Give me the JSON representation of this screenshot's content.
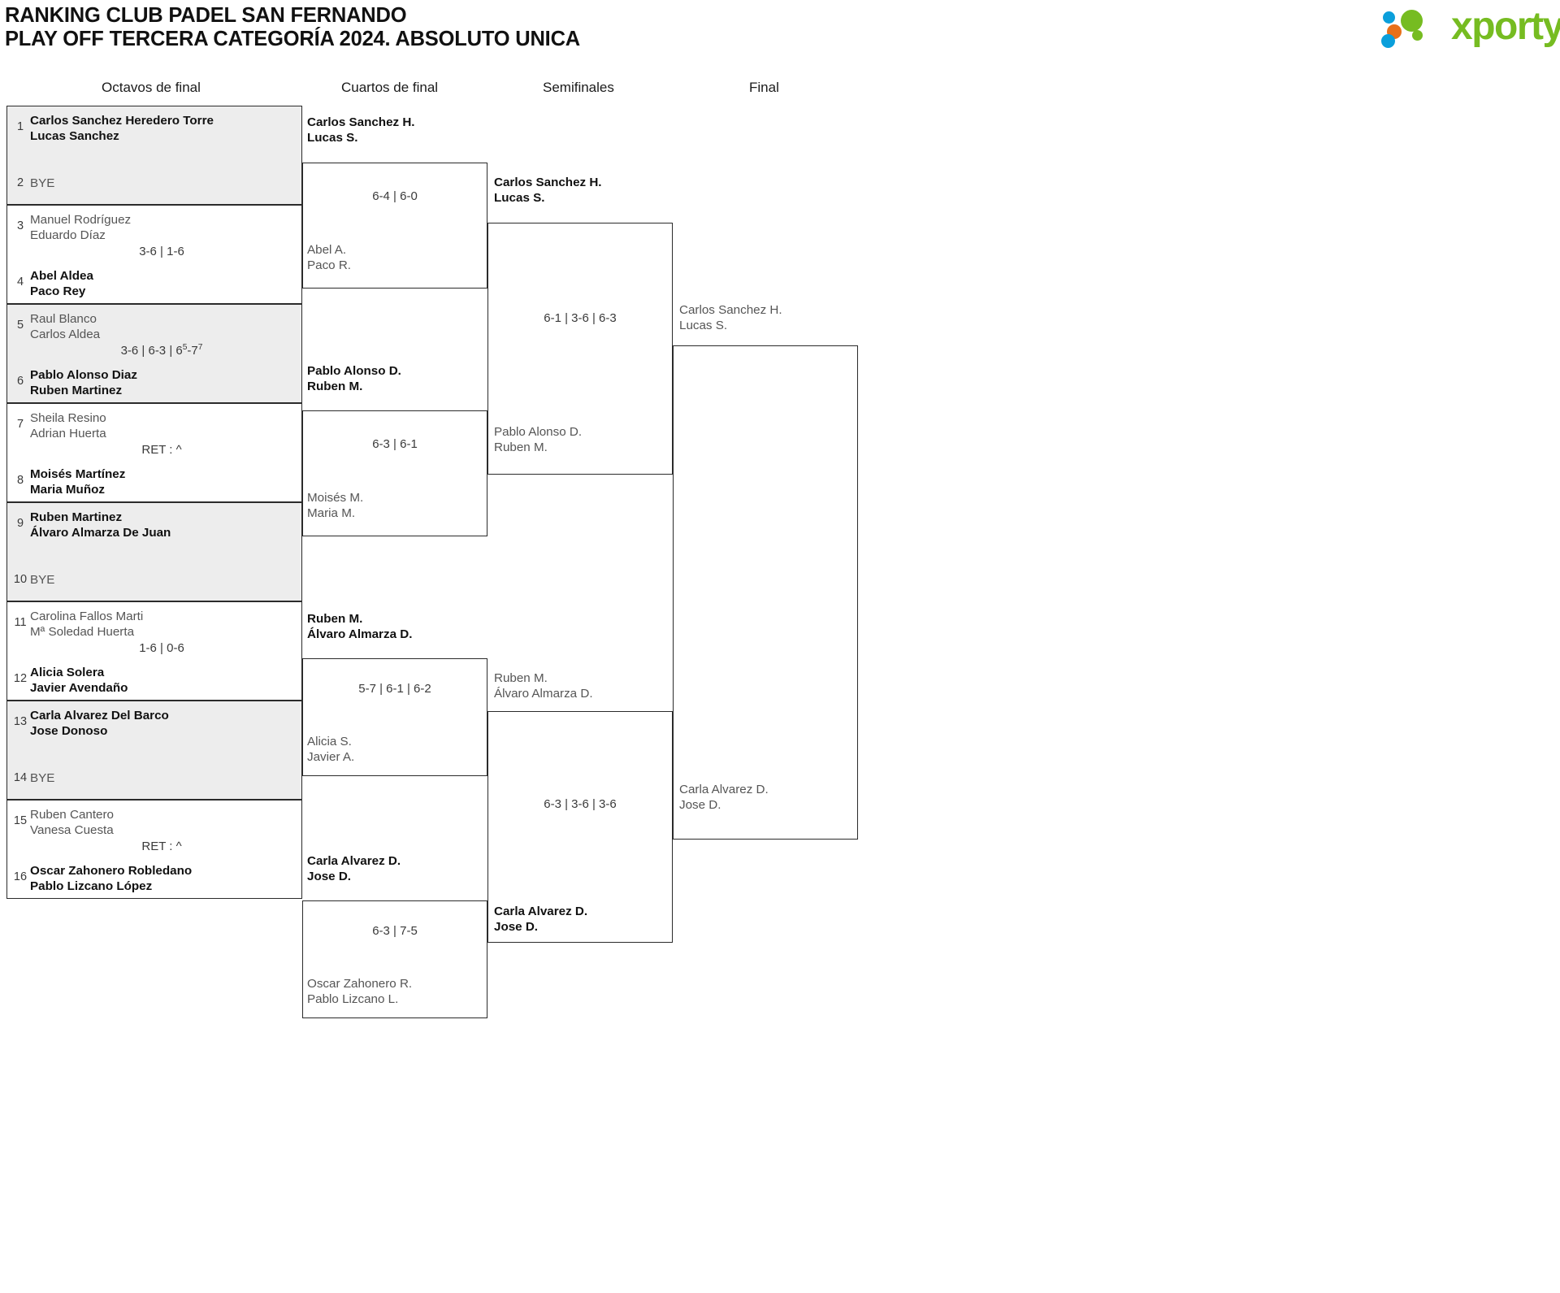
{
  "header": {
    "title_line1": "RANKING CLUB PADEL SAN FERNANDO",
    "title_line2": "PLAY OFF TERCERA CATEGORÍA 2024. ABSOLUTO UNICA",
    "logo_text": "xporty",
    "logo_colors": {
      "green": "#76bc21",
      "blue": "#0b9fdb",
      "orange": "#e8701a"
    }
  },
  "rounds": [
    {
      "label": "Octavos de final"
    },
    {
      "label": "Cuartos de final"
    },
    {
      "label": "Semifinales"
    },
    {
      "label": "Final"
    }
  ],
  "round1": [
    {
      "shade": true,
      "top": {
        "seed": "1",
        "lines": [
          "Carlos Sanchez Heredero Torre",
          "Lucas Sanchez"
        ],
        "winner": true
      },
      "bottom": {
        "seed": "2",
        "lines": [
          "BYE"
        ],
        "winner": false,
        "bye": true
      },
      "score": ""
    },
    {
      "shade": false,
      "top": {
        "seed": "3",
        "lines": [
          "Manuel Rodríguez",
          "Eduardo Díaz"
        ],
        "winner": false
      },
      "bottom": {
        "seed": "4",
        "lines": [
          "Abel Aldea",
          "Paco Rey"
        ],
        "winner": true
      },
      "score": "3-6 | 1-6"
    },
    {
      "shade": true,
      "top": {
        "seed": "5",
        "lines": [
          "Raul Blanco",
          "Carlos Aldea"
        ],
        "winner": false
      },
      "bottom": {
        "seed": "6",
        "lines": [
          "Pablo Alonso Diaz",
          "Ruben Martinez"
        ],
        "winner": true
      },
      "score": "3-6 | 6-3 | 6<sup>5</sup>-7<sup>7</sup>"
    },
    {
      "shade": false,
      "top": {
        "seed": "7",
        "lines": [
          "Sheila Resino",
          "Adrian Huerta"
        ],
        "winner": false
      },
      "bottom": {
        "seed": "8",
        "lines": [
          "Moisés Martínez",
          "Maria Muñoz"
        ],
        "winner": true
      },
      "score": "RET : ^"
    },
    {
      "shade": true,
      "top": {
        "seed": "9",
        "lines": [
          "Ruben Martinez",
          "Álvaro Almarza De Juan"
        ],
        "winner": true
      },
      "bottom": {
        "seed": "10",
        "lines": [
          "BYE"
        ],
        "winner": false,
        "bye": true
      },
      "score": ""
    },
    {
      "shade": false,
      "top": {
        "seed": "11",
        "lines": [
          "Carolina Fallos Marti",
          "Mª Soledad Huerta"
        ],
        "winner": false
      },
      "bottom": {
        "seed": "12",
        "lines": [
          "Alicia Solera",
          "Javier Avendaño"
        ],
        "winner": true
      },
      "score": "1-6 | 0-6"
    },
    {
      "shade": true,
      "top": {
        "seed": "13",
        "lines": [
          "Carla Alvarez Del Barco",
          "Jose Donoso"
        ],
        "winner": true
      },
      "bottom": {
        "seed": "14",
        "lines": [
          "BYE"
        ],
        "winner": false,
        "bye": true
      },
      "score": ""
    },
    {
      "shade": false,
      "top": {
        "seed": "15",
        "lines": [
          "Ruben Cantero",
          "Vanesa Cuesta"
        ],
        "winner": false
      },
      "bottom": {
        "seed": "16",
        "lines": [
          "Oscar Zahonero Robledano",
          "Pablo Lizcano López"
        ],
        "winner": true
      },
      "score": "RET : ^"
    }
  ],
  "round2": [
    {
      "top": {
        "lines": [
          "Carlos Sanchez H.",
          "Lucas S."
        ],
        "winner": true
      },
      "bottom": {
        "lines": [
          "Abel A.",
          "Paco R."
        ],
        "winner": false
      },
      "score": "6-4 | 6-0"
    },
    {
      "top": {
        "lines": [
          "Pablo Alonso D.",
          "Ruben M."
        ],
        "winner": true
      },
      "bottom": {
        "lines": [
          "Moisés M.",
          "Maria M."
        ],
        "winner": false
      },
      "score": "6-3 | 6-1"
    },
    {
      "top": {
        "lines": [
          "Ruben M.",
          "Álvaro Almarza D."
        ],
        "winner": true
      },
      "bottom": {
        "lines": [
          "Alicia S.",
          "Javier A."
        ],
        "winner": false
      },
      "score": "5-7 | 6-1 | 6-2"
    },
    {
      "top": {
        "lines": [
          "Carla Alvarez D.",
          "Jose D."
        ],
        "winner": true
      },
      "bottom": {
        "lines": [
          "Oscar Zahonero R.",
          "Pablo Lizcano L."
        ],
        "winner": false
      },
      "score": "6-3 | 7-5"
    }
  ],
  "round3": [
    {
      "top": {
        "lines": [
          "Carlos Sanchez H.",
          "Lucas S."
        ],
        "winner": true
      },
      "bottom": {
        "lines": [
          "Pablo Alonso D.",
          "Ruben M."
        ],
        "winner": false
      },
      "score": "6-1 | 3-6 | 6-3"
    },
    {
      "top": {
        "lines": [
          "Ruben M.",
          "Álvaro Almarza D."
        ],
        "winner": false
      },
      "bottom": {
        "lines": [
          "Carla Alvarez D.",
          "Jose D."
        ],
        "winner": true
      },
      "score": "6-3 | 3-6 | 3-6"
    }
  ],
  "round4": [
    {
      "top": {
        "lines": [
          "Carlos Sanchez H.",
          "Lucas S."
        ],
        "winner": false
      },
      "bottom": {
        "lines": [
          "Carla Alvarez D.",
          "Jose D."
        ],
        "winner": false
      },
      "score": ""
    }
  ]
}
